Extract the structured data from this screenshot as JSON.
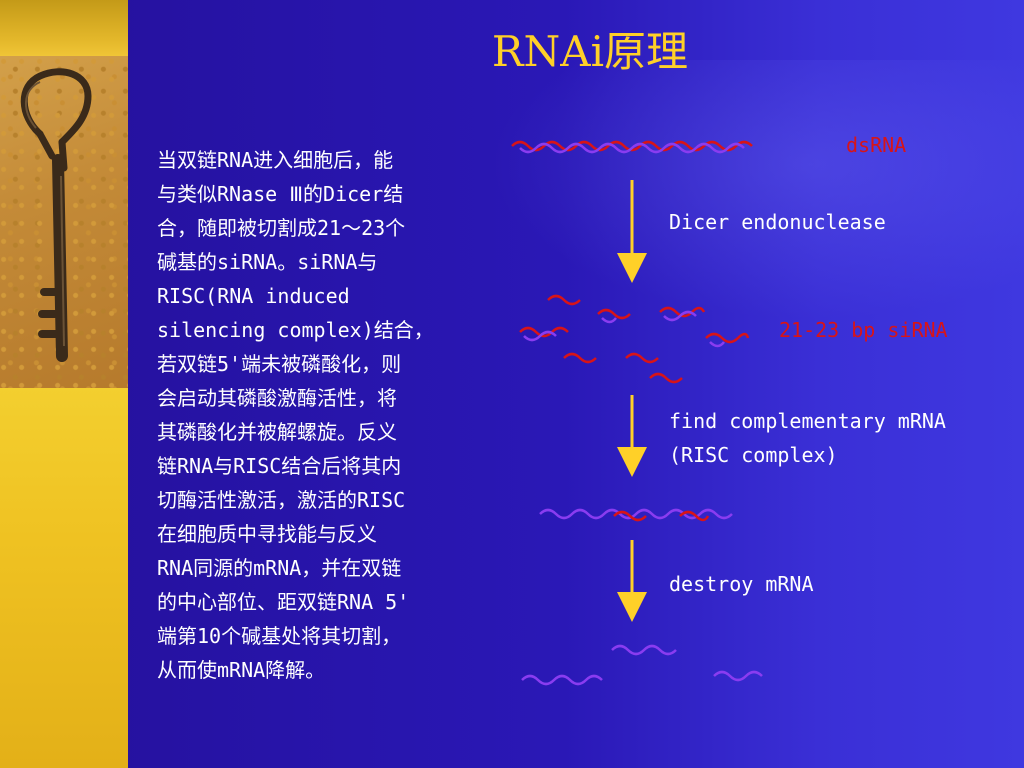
{
  "slide": {
    "title": "RNAi原理",
    "body": "当双链RNA进入细胞后，能\n与类似RNase Ⅲ的Dicer结\n合，随即被切割成21～23个\n碱基的siRNA。siRNA与\nRISC(RNA induced\nsilencing complex)结合，\n若双链5'端未被磷酸化，则\n会启动其磷酸激酶活性，将\n其磷酸化并被解螺旋。反义\n链RNA与RISC结合后将其内\n切酶活性激活，激活的RISC\n在细胞质中寻找能与反义\nRNA同源的mRNA，并在双链\n的中心部位、距双链RNA 5'\n端第10个碱基处将其切割，\n从而使mRNA降解。"
  },
  "diagram": {
    "labels": {
      "dsrna": "dsRNA",
      "dicer": "Dicer endonuclease",
      "sirna": "21-23 bp siRNA",
      "find": "find complementary mRNA",
      "risc": "(RISC complex)",
      "destroy": "destroy mRNA"
    }
  },
  "colors": {
    "title": "#ffd028",
    "red_rna": "#d81418",
    "purple_rna": "#8a3cf0",
    "arrow": "#ffd028"
  },
  "icons": {
    "photo": "key-photo-icon"
  }
}
